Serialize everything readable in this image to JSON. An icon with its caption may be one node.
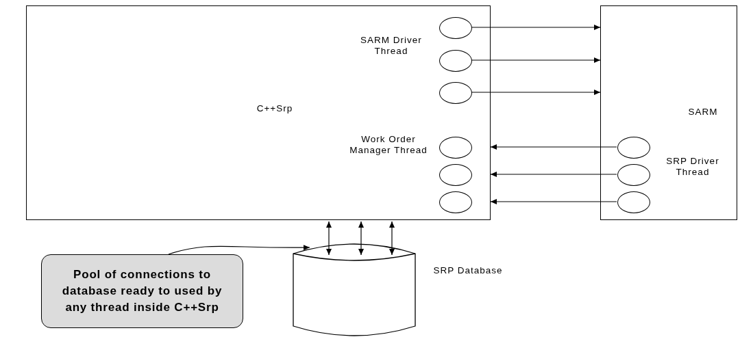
{
  "diagram": {
    "nodes": [
      {
        "text": [
          "C++Srp"
        ]
      },
      {
        "text": [],
        "shape": "circle",
        "in": 0
      },
      {
        "text": [],
        "shape": "circle",
        "in": 0,
        "beside": [
          "SARM Driver Thread"
        ]
      },
      {
        "text": [],
        "shape": "circle",
        "in": 0
      },
      {
        "text": [],
        "shape": "circle",
        "in": 0
      },
      {
        "text": [],
        "shape": "circle",
        "in": 0,
        "beside": [
          "Work Order Manager Thread"
        ]
      },
      {
        "text": [],
        "shape": "circle",
        "in": 0
      },
      {
        "text": [
          "SARM"
        ]
      },
      {
        "text": [],
        "shape": "circle",
        "in": 7
      },
      {
        "text": [],
        "shape": "circle",
        "in": 7,
        "beside": [
          "SRP Driver Thread"
        ]
      },
      {
        "text": [],
        "shape": "circle",
        "in": 7
      },
      {
        "text": [],
        "shape": "cylinder",
        "beside": [
          "SRP Database"
        ]
      },
      {
        "text": [
          "Pool of connections to database ready to used by any thread inside C++Srp"
        ]
      }
    ],
    "edges": [
      {
        "from": 1,
        "to": 7,
        "arrow": "to"
      },
      {
        "from": 2,
        "to": 7,
        "arrow": "to"
      },
      {
        "from": 3,
        "to": 7,
        "arrow": "to"
      },
      {
        "from": 8,
        "to": 0,
        "arrow": "to"
      },
      {
        "from": 9,
        "to": 0,
        "arrow": "to"
      },
      {
        "from": 10,
        "to": 0,
        "arrow": "to"
      },
      {
        "from": 0,
        "to": 11,
        "arrow": "both"
      },
      {
        "from": 0,
        "to": 11,
        "arrow": "both"
      },
      {
        "from": 0,
        "to": 11,
        "arrow": "both"
      },
      {
        "from": 12,
        "to": 11,
        "arrow": "to"
      }
    ]
  }
}
